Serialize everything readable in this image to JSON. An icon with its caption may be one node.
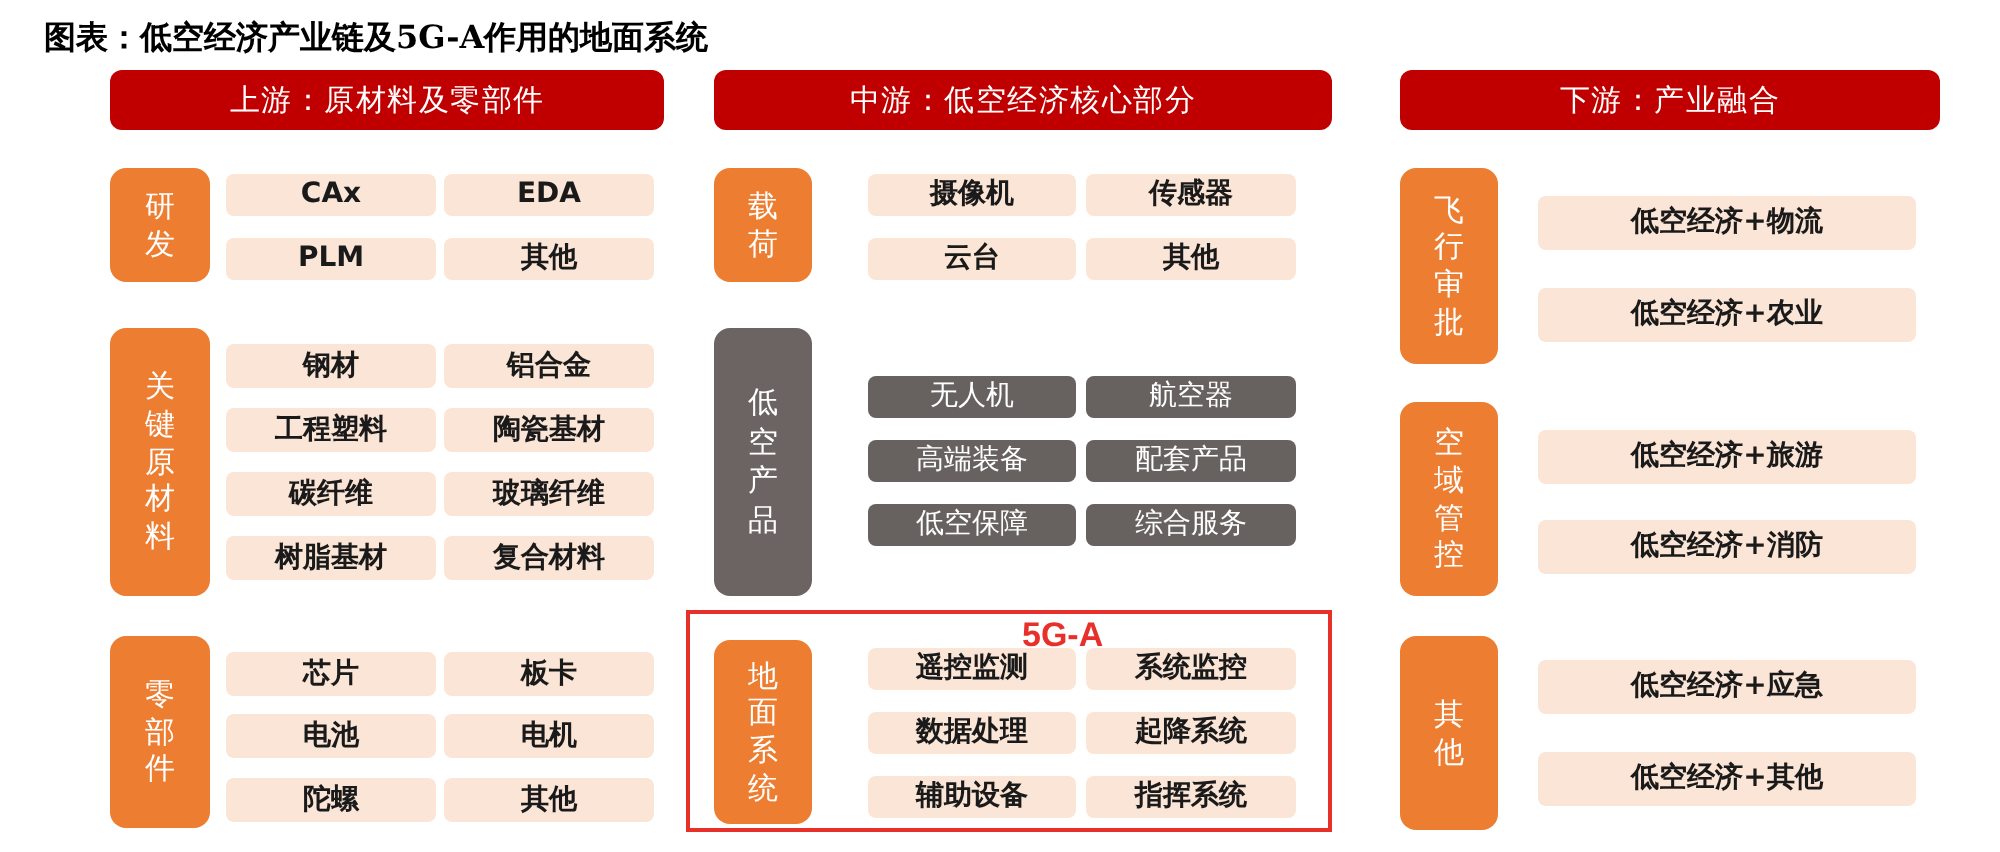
{
  "diagram": {
    "title": "图表：低空经济产业链及5G-A作用的地面系统",
    "nodes": [
      {
        "text": [
          "上游：原材料及零部件"
        ]
      },
      {
        "text": [
          "中游：低空经济核心部分"
        ]
      },
      {
        "text": [
          "下游：产业融合"
        ]
      },
      {
        "text": [
          "研发"
        ]
      },
      {
        "text": [
          "CAx"
        ]
      },
      {
        "text": [
          "EDA"
        ]
      },
      {
        "text": [
          "PLM"
        ]
      },
      {
        "text": [
          "其他"
        ]
      },
      {
        "text": [
          "关键原材料"
        ]
      },
      {
        "text": [
          "钢材"
        ]
      },
      {
        "text": [
          "铝合金"
        ]
      },
      {
        "text": [
          "工程塑料"
        ]
      },
      {
        "text": [
          "陶瓷基材"
        ]
      },
      {
        "text": [
          "碳纤维"
        ]
      },
      {
        "text": [
          "玻璃纤维"
        ]
      },
      {
        "text": [
          "树脂基材"
        ]
      },
      {
        "text": [
          "复合材料"
        ]
      },
      {
        "text": [
          "零部件"
        ]
      },
      {
        "text": [
          "芯片"
        ]
      },
      {
        "text": [
          "板卡"
        ]
      },
      {
        "text": [
          "电池"
        ]
      },
      {
        "text": [
          "电机"
        ]
      },
      {
        "text": [
          "陀螺"
        ]
      },
      {
        "text": [
          "其他"
        ]
      },
      {
        "text": [
          "载荷"
        ]
      },
      {
        "text": [
          "摄像机"
        ]
      },
      {
        "text": [
          "传感器"
        ]
      },
      {
        "text": [
          "云台"
        ]
      },
      {
        "text": [
          "其他"
        ]
      },
      {
        "text": [
          "低空产品"
        ]
      },
      {
        "text": [
          "无人机"
        ]
      },
      {
        "text": [
          "航空器"
        ]
      },
      {
        "text": [
          "高端装备"
        ]
      },
      {
        "text": [
          "配套产品"
        ]
      },
      {
        "text": [
          "低空保障"
        ]
      },
      {
        "text": [
          "综合服务"
        ]
      },
      {
        "text": [
          "5G-A"
        ]
      },
      {
        "text": [
          "地面系统"
        ],
        "in": 36
      },
      {
        "text": [
          "遥控监测"
        ],
        "in": 36
      },
      {
        "text": [
          "系统监控"
        ],
        "in": 36
      },
      {
        "text": [
          "数据处理"
        ],
        "in": 36
      },
      {
        "text": [
          "起降系统"
        ],
        "in": 36
      },
      {
        "text": [
          "辅助设备"
        ],
        "in": 36
      },
      {
        "text": [
          "指挥系统"
        ],
        "in": 36
      },
      {
        "text": [
          "飞行审批"
        ]
      },
      {
        "text": [
          "低空经济+物流"
        ]
      },
      {
        "text": [
          "低空经济+农业"
        ]
      },
      {
        "text": [
          "空域管控"
        ]
      },
      {
        "text": [
          "低空经济+旅游"
        ]
      },
      {
        "text": [
          "低空经济+消防"
        ]
      },
      {
        "text": [
          "其他"
        ]
      },
      {
        "text": [
          "低空经济+应急"
        ]
      },
      {
        "text": [
          "低空经济+其他"
        ]
      }
    ]
  }
}
